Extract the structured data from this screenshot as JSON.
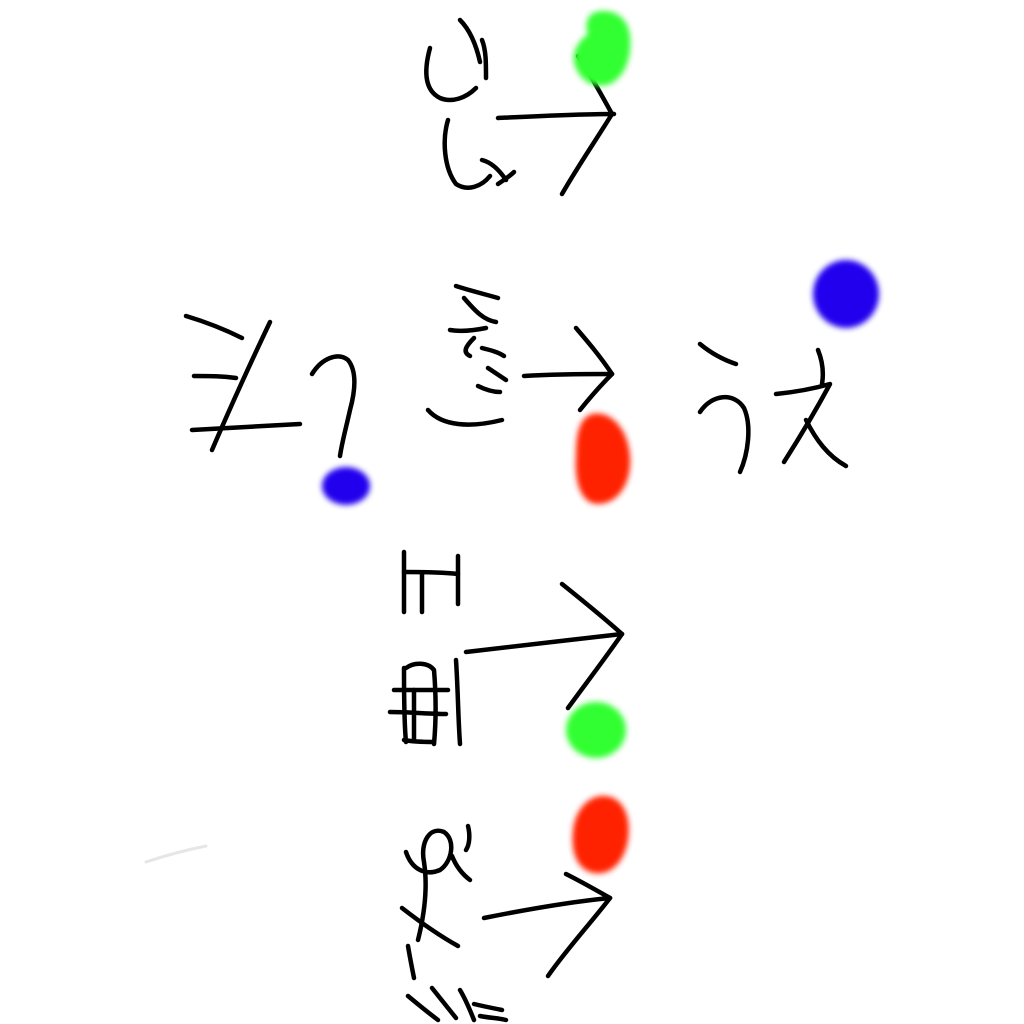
{
  "canvas": {
    "background": "#ffffff",
    "ink_color": "#000000"
  },
  "dot_colors": {
    "green": "#33ff33",
    "blue": "#2200ee",
    "red": "#ff2200"
  },
  "rows": [
    {
      "name": "row-1",
      "arrow_direction": "right",
      "dots": [
        "green"
      ]
    },
    {
      "name": "row-2",
      "arrow_direction": "right",
      "right_text": "うえ",
      "dots": [
        "blue",
        "red",
        "blue"
      ]
    },
    {
      "name": "row-3",
      "arrow_direction": "right",
      "dots": [
        "green"
      ]
    },
    {
      "name": "row-4",
      "arrow_direction": "right",
      "dots": [
        "red"
      ]
    }
  ]
}
